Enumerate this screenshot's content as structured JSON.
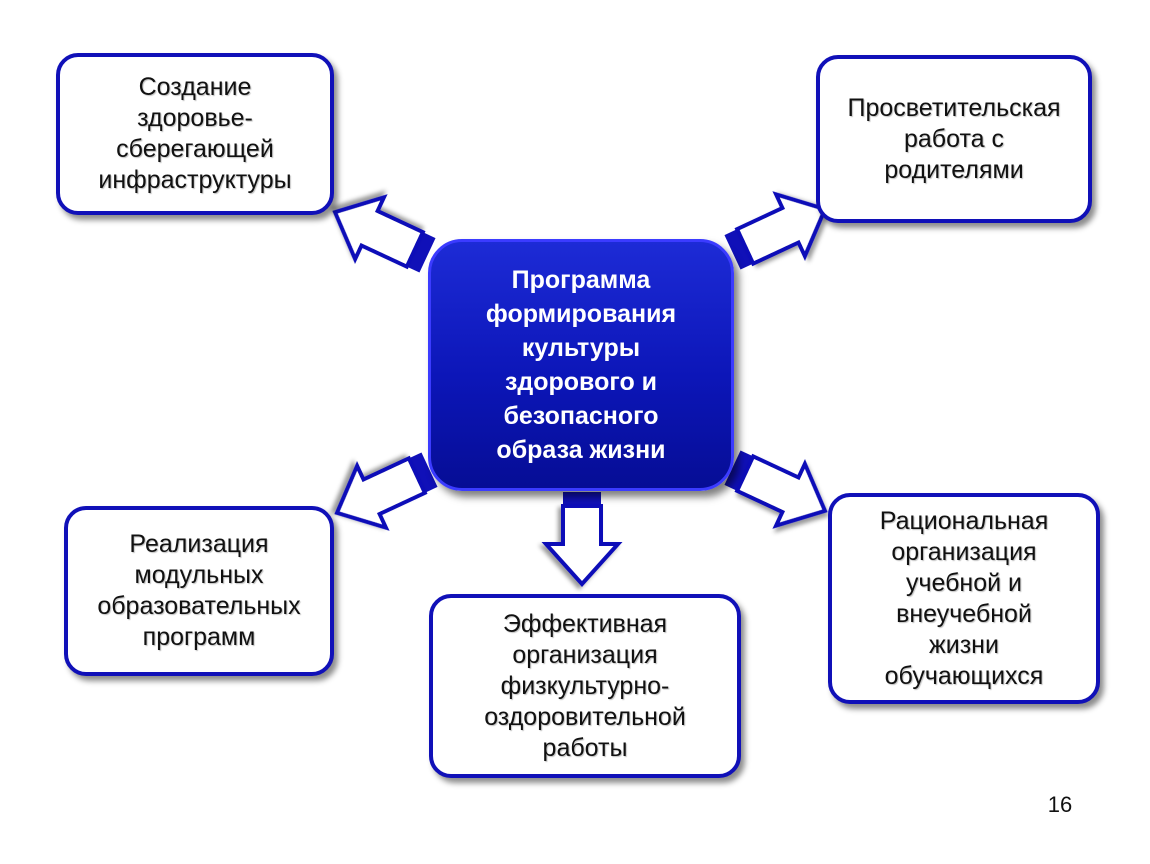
{
  "center": {
    "label": "Программа\nформирования\nкультуры\nздорового и\nбезопасного\nобраза жизни"
  },
  "nodes": {
    "top_left": "Создание\nздоровье-\nсберегающей\nинфраструктуры",
    "top_right": "Просветительская\nработа с\nродителями",
    "bottom_left": "Реализация\nмодульных\nобразовательных\nпрограмм",
    "bottom": "Эффективная\nорганизация\nфизкультурно-\nоздоровительной\nработы",
    "bottom_right": "Рациональная\nорганизация\nучебной и\nвнеучебной\nжизни\nобучающихся"
  },
  "page_number": "16",
  "colors": {
    "accent": "#1010b8",
    "center_fill": "#0c16b8",
    "arrow_fill": "#ffffff",
    "arrow_stroke": "#1010b8"
  },
  "icons": [
    "hollow-block-arrow"
  ]
}
